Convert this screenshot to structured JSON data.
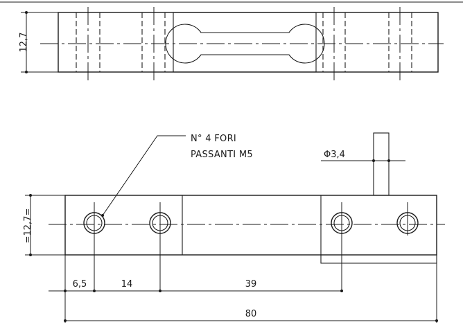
{
  "top_view": {
    "height_label": "12,7"
  },
  "front_view": {
    "height_label": "=12,7=",
    "hole_note_line1": "N° 4 FORI",
    "hole_note_line2": "PASSANTI M5",
    "pin_diameter_label": "Φ3,4",
    "dims": {
      "d1": "6,5",
      "d2": "14",
      "d3": "39",
      "total": "80"
    }
  }
}
